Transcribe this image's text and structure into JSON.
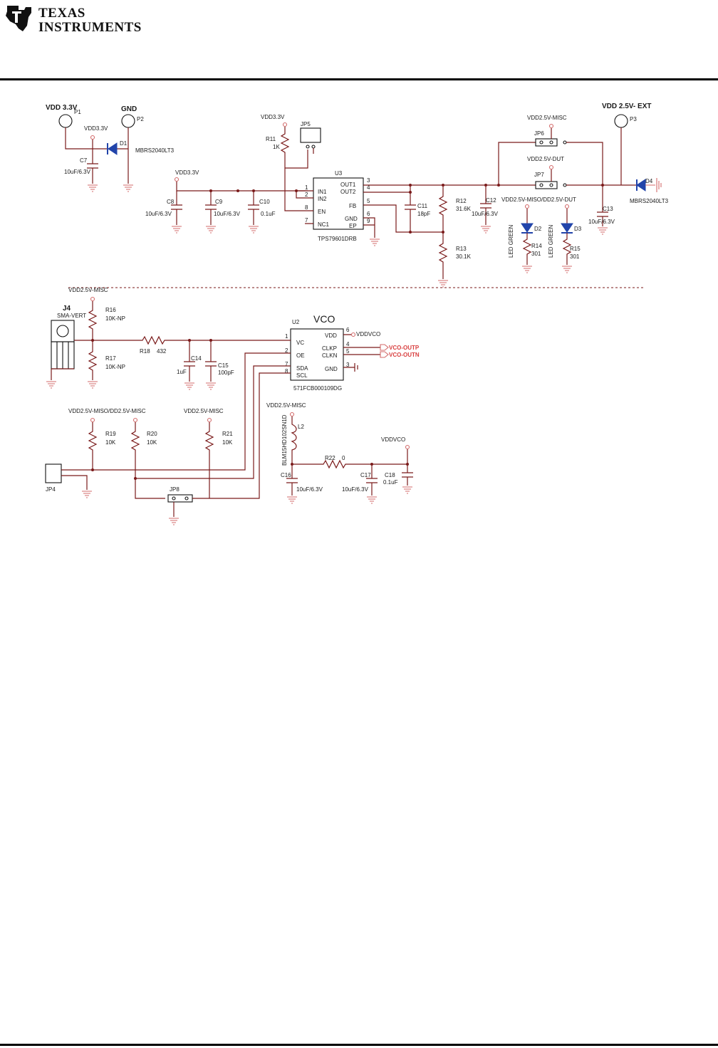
{
  "header": {
    "logo_line1": "TEXAS",
    "logo_line2": "INSTRUMENTS",
    "logo_icon": "ti-state-logo-icon"
  },
  "colors": {
    "wire": "#7a1a1a",
    "ground": "#d36b6b",
    "diode": "#2244aa",
    "net_label": "#d94040"
  },
  "power": {
    "p1_title": "VDD 3.3V",
    "p1": "P1",
    "p2_title": "GND",
    "p2": "P2",
    "vdd33_a": "VDD3.3V",
    "d1": "D1",
    "d1_part": "MBRS2040LT3",
    "c7": "C7",
    "c7_val": "10uF/6.3V",
    "vdd33_b": "VDD3.3V",
    "c8": "C8",
    "c8_val": "10uF/6.3V",
    "c9": "C9",
    "c9_val": "10uF/6.3V",
    "c10": "C10",
    "c10_val": "0.1uF",
    "vdd33_c": "VDD3.3V",
    "r11": "R11",
    "r11_val": "1K",
    "jp5": "JP5",
    "u3": "U3",
    "u3_part": "TPS79601DRB",
    "u3_pins": [
      "IN1",
      "IN2",
      "EN",
      "NC1",
      "OUT1",
      "OUT2",
      "FB",
      "GND",
      "EP"
    ],
    "u3_nums": [
      "1",
      "2",
      "8",
      "7",
      "3",
      "4",
      "5",
      "6",
      "9"
    ],
    "c11": "C11",
    "c11_val": "18pF",
    "r12": "R12",
    "r12_val": "31.6K",
    "r13": "R13",
    "r13_val": "30.1K",
    "c12": "C12",
    "c12_val": "10uF/6.3V",
    "jp6_net": "VDD2.5V-MISC",
    "jp6": "JP6",
    "jp7_net": "VDD2.5V-DUT",
    "jp7": "JP7",
    "led_net": "VDD2.5V-MISO/DD2.5V-DUT",
    "d2": "D2",
    "d2_label": "LED GREEN",
    "d3": "D3",
    "d3_label": "LED GREEN",
    "r14": "R14",
    "r14_val": "301",
    "r15": "R15",
    "r15_val": "301",
    "p3_title": "VDD 2.5V- EXT",
    "p3": "P3",
    "c13": "C13",
    "c13_val": "10uF/6.3V",
    "d4": "D4",
    "d4_part": "MBRS2040LT3"
  },
  "vco": {
    "top_net": "VDD2.5V-MISC",
    "j4": "J4",
    "j4_part": "SMA-VERT",
    "r16": "R16",
    "r16_val": "10K-NP",
    "r17": "R17",
    "r17_val": "10K-NP",
    "r18": "R18",
    "r18_val": "432",
    "c14": "C14",
    "c14_val": "1uF",
    "c15": "C15",
    "c15_val": "100pF",
    "u2": "U2",
    "u2_title": "VCO",
    "u2_part": "571FCB000109DG",
    "u2_pins": [
      "VC",
      "OE",
      "SDA",
      "SCL",
      "VDD",
      "CLKP",
      "CLKN",
      "GND"
    ],
    "u2_nums": [
      "1",
      "2",
      "7",
      "8",
      "6",
      "4",
      "5",
      "3"
    ],
    "vddvco": "VDDVCO",
    "out_p": "VCO-OUTP",
    "out_n": "VCO-OUTN",
    "pullup_net": "VDD2.5V-MISO/DD2.5V-MISC",
    "r19": "R19",
    "r19_val": "10K",
    "r20": "R20",
    "r20_val": "10K",
    "r21_net": "VDD2.5V-MISC",
    "r21": "R21",
    "r21_val": "10K",
    "jp4": "JP4",
    "jp8": "JP8",
    "l2_net": "VDD2.5V-MISC",
    "l2": "L2",
    "l2_part": "BLM15HD102SN1D",
    "r22": "R22",
    "r22_val": "0",
    "vddvco2": "VDDVCO",
    "c16": "C16",
    "c16_val": "10uF/6.3V",
    "c17": "C17",
    "c17_val": "10uF/6.3V",
    "c18": "C18",
    "c18_val": "0.1uF"
  }
}
